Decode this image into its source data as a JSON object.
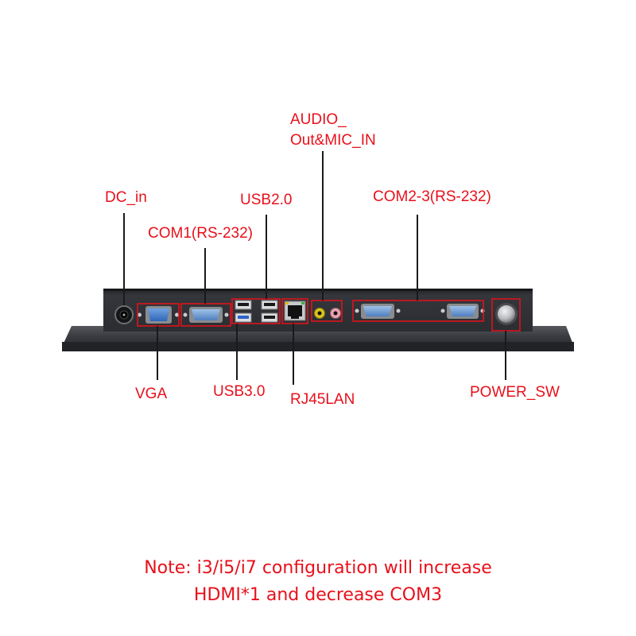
{
  "labels": {
    "dc_in": "DC_in",
    "com1": "COM1(RS-232)",
    "usb2": "USB2.0",
    "audio_line1": "AUDIO_",
    "audio_line2": "Out&MIC_IN",
    "com23": "COM2-3(RS-232)",
    "vga": "VGA",
    "usb3": "USB3.0",
    "rj45": "RJ45LAN",
    "power_sw": "POWER_SW"
  },
  "note": {
    "line1": "Note: i3/i5/i7 configuration will increase",
    "line2": "HDMI*1 and decrease COM3"
  },
  "colors": {
    "accent": "#e8101b",
    "panel": "#2b2d31",
    "flange": "#3a3c41"
  },
  "icons": {
    "dc_jack": "dc-jack-icon",
    "vga_port": "vga-port-icon",
    "serial_port": "db9-serial-port-icon",
    "usb_port": "usb-port-icon",
    "lan_port": "rj45-port-icon",
    "audio_jack": "audio-jack-icon",
    "power_button": "power-button-icon"
  }
}
